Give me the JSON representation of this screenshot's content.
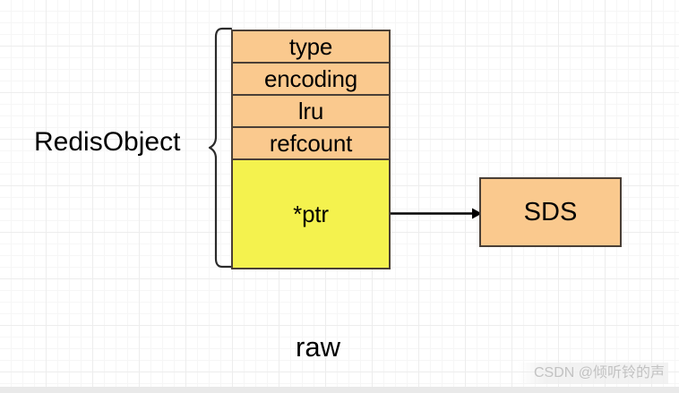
{
  "diagram": {
    "title_caption": "raw",
    "struct_label": "RedisObject",
    "fields": [
      {
        "name": "type",
        "fill": "#fac98e",
        "kind": "header"
      },
      {
        "name": "encoding",
        "fill": "#fac98e",
        "kind": "header"
      },
      {
        "name": "lru",
        "fill": "#fac98e",
        "kind": "header"
      },
      {
        "name": "refcount",
        "fill": "#fac98e",
        "kind": "header"
      },
      {
        "name": "*ptr",
        "fill": "#f4f24e",
        "kind": "pointer"
      }
    ],
    "target_box": {
      "label": "SDS",
      "fill": "#fac98e"
    },
    "connector": {
      "from": "*ptr",
      "to": "SDS",
      "style": "solid-arrow"
    },
    "colors": {
      "field_fill": "#fac98e",
      "pointer_fill": "#f4f24e",
      "border": "#4a3f36",
      "text": "#000000",
      "grid_minor": "#f6f6f6",
      "grid_major": "#ededed",
      "background": "#ffffff",
      "watermark_text": "#c2c2c2"
    }
  },
  "watermark": {
    "text": "CSDN @倾听铃的声"
  }
}
